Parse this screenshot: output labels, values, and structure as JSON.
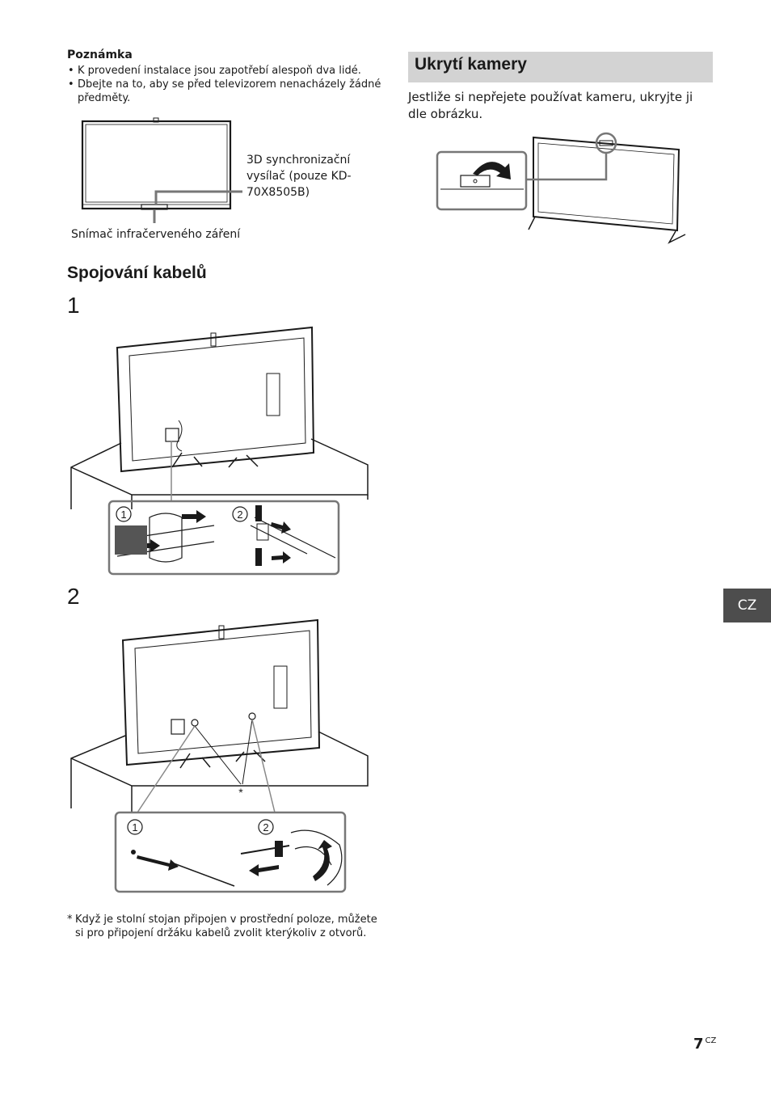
{
  "note": {
    "title": "Poznámka",
    "items": [
      "K provedení instalace jsou zapotřebí alespoň dva lidé.",
      "Dbejte na to, aby se před televizorem nenacházely žádné předměty."
    ]
  },
  "figure_labels": {
    "sync_emitter": "3D synchronizační vysílač (pouze KD-70X8505B)",
    "ir_sensor": "Snímač infračerveného záření"
  },
  "cables": {
    "heading": "Spojování kabelů",
    "step1": "1",
    "step2": "2",
    "circle_1": "1",
    "circle_2": "2",
    "asterisk": "*",
    "footnote_mark": "*",
    "footnote": "Když je stolní stojan připojen v prostřední poloze, můžete si pro připojení držáku kabelů zvolit kterýkoliv z otvorů."
  },
  "camera": {
    "heading": "Ukrytí kamery",
    "body": "Jestliže si nepřejete používat kameru, ukryjte ji dle obrázku."
  },
  "lang_tab": "CZ",
  "page": {
    "number": "7",
    "suffix": "CZ"
  }
}
